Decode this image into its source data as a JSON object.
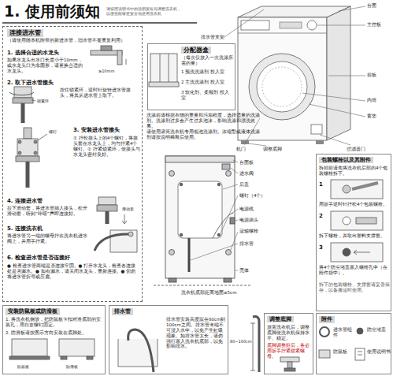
{
  "diagram": {
    "title": "1. 使用前须知",
    "nodes": [
      {
        "text": [
          "连接进水管",
          "（请使用随本机附带的新进水管，旧水管不要重复利用）",
          "1. 选择合适的水龙头",
          "如果水龙头出水口长度小于10mm，或水龙头口为非圆形，请更换合适的水龙头。",
          "2. 取下进水管接头",
          "按住锁紧环，逆时针旋转进水管接头，将其从进水管上取下。",
          "3. 安装进水管接头",
          "① 拧松接头上的4个螺钉，将接头套在水龙头上，均匀拧紧4个螺钉。② 拧紧锁紧环，使接头与水龙头密封良好。",
          "4. 连接进水管",
          "拉下滑动套，将进水管插入接头，松开滑动套，听到“咔嗒”声即连接好。",
          "5. 连接洗衣机",
          "将进水管另一端的螺母拧在洗衣机进水阀上，并用手拧紧。",
          "6. 检查进水管是否连接好",
          "● 检查进水管两端是否连接牢固。● 打开水龙头，检查各连接处是否漏水。● 如有漏水，请关闭水龙头，重新连接。● 切勿将进水管折弯或压扁。"
        ]
      },
      {
        "text": [
          "分配器盒",
          "（每次仅放入一次洗涤所需的量）",
          "1 预洗洗涤剂 投入室",
          "2 主洗洗涤剂 投入室",
          "3 软化剂、柔顺剂 投入室"
        ]
      },
      {
        "text": [
          "包装螺栓以及其附件",
          "拆卸前请先将洗衣机后部的4个包装螺栓拆下。",
          "1",
          "用扳手逆时针拧松4个包装螺栓。",
          "2",
          "拆下螺栓，并取出塑料支撑套。",
          "3",
          "将4个防尘堵盖塞入螺栓孔中（在附件袋中）。",
          "拆下的包装螺栓、支撑套请妥善保存，以备搬运时使用。"
        ]
      },
      {
        "text": [
          "安装防鼠板或防滑板",
          "1. 将洗衣机侧放，把防鼠板卡扣对准底部的安装孔，用自攻螺钉固定。",
          "2. 防滑板请按图示方向安装在底脚处。"
        ]
      },
      {
        "text": [
          "排水管",
          "排水管安装高度应在80cm到100cm之间。排水管末端不可浸入水中，以免产生虹吸现象。如排水管太长，请勿强行塞入洗衣机底部，以免影响排水。"
        ]
      },
      {
        "text": [
          "调整底脚",
          "放置洗衣机后，调整底脚使洗衣机保持水平、稳定。",
          "底脚调整好后，务必用扳手拧紧锁紧螺母。"
        ]
      },
      {
        "text": [
          "附件",
          "进水管组件",
          "防尘堵盖",
          "防鼠板",
          "使用说明书"
        ]
      }
    ],
    "labels": [
      "请按照说明书中的说明安装与调整洗衣机，以便您能够更安全地使用洗衣机",
      "台面",
      "主控板",
      "排水管支架",
      "前板",
      "内筒",
      "窗垫",
      "机门",
      "调整底脚",
      "过滤器门",
      "≥10mm",
      "锁紧环",
      "螺钉",
      "滑动套",
      "洗涤前请根据衣物的重量和污垢程度，选择适量的洗涤剂。洗涤剂过多会产生过多泡沫，影响洗涤和漂洗效果。",
      "请使用滚筒洗衣机专用低泡洗涤剂。浓缩型或液体洗涤剂请按说明稀释后使用。",
      "台面板",
      "进水阀",
      "后盖",
      "螺钉（4个）",
      "电源线",
      "电源插头",
      "运输螺栓",
      "排水管",
      "壳体",
      "洗衣机底部距离地面≥5cm",
      "防鼠板",
      "防滑板",
      "80~100cm"
    ]
  }
}
